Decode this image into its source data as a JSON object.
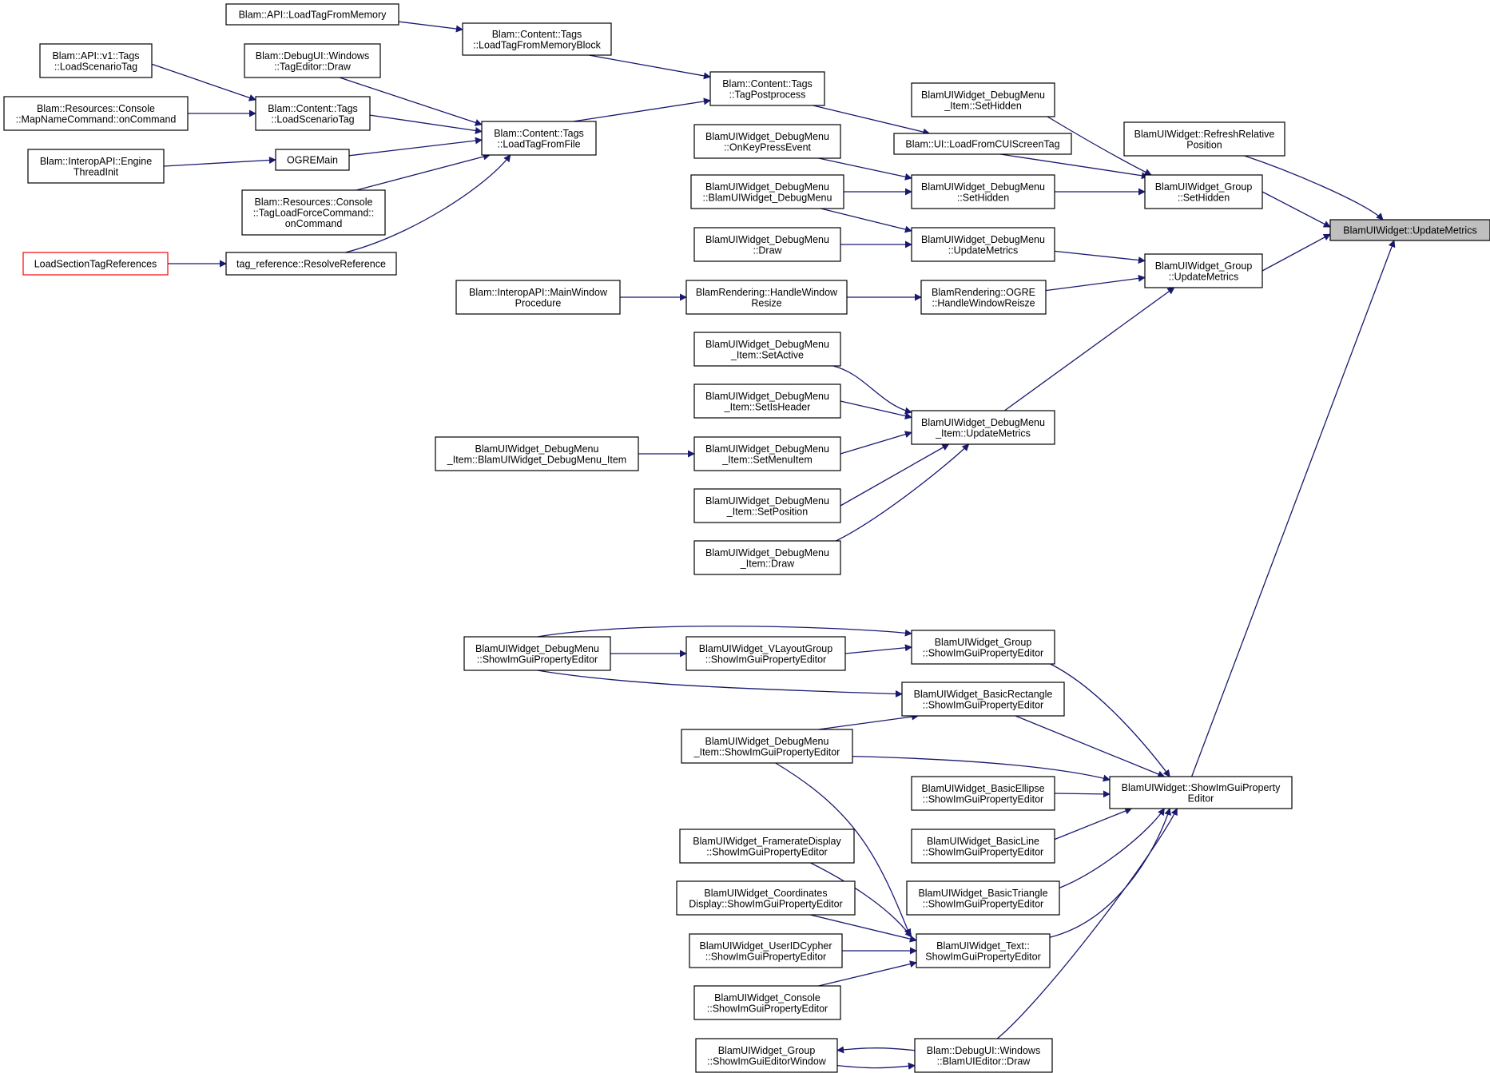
{
  "graph": {
    "nodes": [
      {
        "id": "target",
        "label": [
          "BlamUIWidget::UpdateMetrics"
        ],
        "highlight": true
      },
      {
        "id": "api_loadfrommem",
        "label": [
          "Blam::API::LoadTagFromMemory"
        ]
      },
      {
        "id": "tags_loadfrommemblock",
        "label": [
          "Blam::Content::Tags",
          "::LoadTagFromMemoryBlock"
        ]
      },
      {
        "id": "api_v1_loadscenario",
        "label": [
          "Blam::API::v1::Tags",
          "::LoadScenarioTag"
        ]
      },
      {
        "id": "tageditor_draw",
        "label": [
          "Blam::DebugUI::Windows",
          "::TagEditor::Draw"
        ]
      },
      {
        "id": "tags_tagpostprocess",
        "label": [
          "Blam::Content::Tags",
          "::TagPostprocess"
        ]
      },
      {
        "id": "mapname_oncommand",
        "label": [
          "Blam::Resources::Console",
          "::MapNameCommand::onCommand"
        ]
      },
      {
        "id": "tags_loadscenario",
        "label": [
          "Blam::Content::Tags",
          "::LoadScenarioTag"
        ]
      },
      {
        "id": "tags_loadfromfile",
        "label": [
          "Blam::Content::Tags",
          "::LoadTagFromFile"
        ]
      },
      {
        "id": "engine_threadinit",
        "label": [
          "Blam::InteropAPI::Engine",
          "ThreadInit"
        ]
      },
      {
        "id": "ogremain",
        "label": [
          "OGREMain"
        ]
      },
      {
        "id": "tagloadforce",
        "label": [
          "Blam::Resources::Console",
          "::TagLoadForceCommand::",
          "onCommand"
        ]
      },
      {
        "id": "loadsectiontagrefs",
        "label": [
          "LoadSectionTagReferences"
        ],
        "red": true
      },
      {
        "id": "resolvereference",
        "label": [
          "tag_reference::ResolveReference"
        ]
      },
      {
        "id": "mainwindowproc",
        "label": [
          "Blam::InteropAPI::MainWindow",
          "Procedure"
        ]
      },
      {
        "id": "handlewindowresize",
        "label": [
          "BlamRendering::HandleWindow",
          "Resize"
        ]
      },
      {
        "id": "ogre_handleresize",
        "label": [
          "BlamRendering::OGRE",
          "::HandleWindowReisze"
        ]
      },
      {
        "id": "dm_item_sethidden",
        "label": [
          "BlamUIWidget_DebugMenu",
          "_Item::SetHidden"
        ]
      },
      {
        "id": "ui_loadfromcui",
        "label": [
          "Blam::UI::LoadFromCUIScreenTag"
        ]
      },
      {
        "id": "dm_onkeypress",
        "label": [
          "BlamUIWidget_DebugMenu",
          "::OnKeyPressEvent"
        ]
      },
      {
        "id": "dm_ctor",
        "label": [
          "BlamUIWidget_DebugMenu",
          "::BlamUIWidget_DebugMenu"
        ]
      },
      {
        "id": "dm_sethidden",
        "label": [
          "BlamUIWidget_DebugMenu",
          "::SetHidden"
        ]
      },
      {
        "id": "dm_draw",
        "label": [
          "BlamUIWidget_DebugMenu",
          "::Draw"
        ]
      },
      {
        "id": "dm_updatemetrics",
        "label": [
          "BlamUIWidget_DebugMenu",
          "::UpdateMetrics"
        ]
      },
      {
        "id": "refreshrelpos",
        "label": [
          "BlamUIWidget::RefreshRelative",
          "Position"
        ]
      },
      {
        "id": "group_sethidden",
        "label": [
          "BlamUIWidget_Group",
          "::SetHidden"
        ]
      },
      {
        "id": "group_updatemetrics",
        "label": [
          "BlamUIWidget_Group",
          "::UpdateMetrics"
        ]
      },
      {
        "id": "dmi_setactive",
        "label": [
          "BlamUIWidget_DebugMenu",
          "_Item::SetActive"
        ]
      },
      {
        "id": "dmi_setisheader",
        "label": [
          "BlamUIWidget_DebugMenu",
          "_Item::SetIsHeader"
        ]
      },
      {
        "id": "dmi_ctor",
        "label": [
          "BlamUIWidget_DebugMenu",
          "_Item::BlamUIWidget_DebugMenu_Item"
        ]
      },
      {
        "id": "dmi_setmenuitem",
        "label": [
          "BlamUIWidget_DebugMenu",
          "_Item::SetMenuItem"
        ]
      },
      {
        "id": "dmi_setposition",
        "label": [
          "BlamUIWidget_DebugMenu",
          "_Item::SetPosition"
        ]
      },
      {
        "id": "dmi_draw",
        "label": [
          "BlamUIWidget_DebugMenu",
          "_Item::Draw"
        ]
      },
      {
        "id": "dmi_updatemetrics",
        "label": [
          "BlamUIWidget_DebugMenu",
          "_Item::UpdateMetrics"
        ]
      },
      {
        "id": "dm_showimgui",
        "label": [
          "BlamUIWidget_DebugMenu",
          "::ShowImGuiPropertyEditor"
        ]
      },
      {
        "id": "vlayout_showimgui",
        "label": [
          "BlamUIWidget_VLayoutGroup",
          "::ShowImGuiPropertyEditor"
        ]
      },
      {
        "id": "group_showimgui",
        "label": [
          "BlamUIWidget_Group",
          "::ShowImGuiPropertyEditor"
        ]
      },
      {
        "id": "basicrect_showimgui",
        "label": [
          "BlamUIWidget_BasicRectangle",
          "::ShowImGuiPropertyEditor"
        ]
      },
      {
        "id": "dmi_showimgui",
        "label": [
          "BlamUIWidget_DebugMenu",
          "_Item::ShowImGuiPropertyEditor"
        ]
      },
      {
        "id": "basicellipse_showimgui",
        "label": [
          "BlamUIWidget_BasicEllipse",
          "::ShowImGuiPropertyEditor"
        ]
      },
      {
        "id": "widget_showimgui",
        "label": [
          "BlamUIWidget::ShowImGuiProperty",
          "Editor"
        ]
      },
      {
        "id": "framerate_showimgui",
        "label": [
          "BlamUIWidget_FramerateDisplay",
          "::ShowImGuiPropertyEditor"
        ]
      },
      {
        "id": "basicline_showimgui",
        "label": [
          "BlamUIWidget_BasicLine",
          "::ShowImGuiPropertyEditor"
        ]
      },
      {
        "id": "coords_showimgui",
        "label": [
          "BlamUIWidget_Coordinates",
          "Display::ShowImGuiPropertyEditor"
        ]
      },
      {
        "id": "basictri_showimgui",
        "label": [
          "BlamUIWidget_BasicTriangle",
          "::ShowImGuiPropertyEditor"
        ]
      },
      {
        "id": "useridcypher_showimgui",
        "label": [
          "BlamUIWidget_UserIDCypher",
          "::ShowImGuiPropertyEditor"
        ]
      },
      {
        "id": "text_showimgui",
        "label": [
          "BlamUIWidget_Text::",
          "ShowImGuiPropertyEditor"
        ]
      },
      {
        "id": "console_showimgui",
        "label": [
          "BlamUIWidget_Console",
          "::ShowImGuiPropertyEditor"
        ]
      },
      {
        "id": "group_showeditorwindow",
        "label": [
          "BlamUIWidget_Group",
          "::ShowImGuiEditorWindow"
        ]
      },
      {
        "id": "uieditor_draw",
        "label": [
          "Blam::DebugUI::Windows",
          "::BlamUIEditor::Draw"
        ]
      }
    ],
    "edges": [
      {
        "from": "api_loadfrommem",
        "to": "tags_loadfrommemblock"
      },
      {
        "from": "tags_loadfrommemblock",
        "to": "tags_tagpostprocess"
      },
      {
        "from": "api_v1_loadscenario",
        "to": "tags_loadscenario"
      },
      {
        "from": "mapname_oncommand",
        "to": "tags_loadscenario"
      },
      {
        "from": "tags_loadscenario",
        "to": "tags_loadfromfile"
      },
      {
        "from": "tageditor_draw",
        "to": "tags_loadfromfile"
      },
      {
        "from": "engine_threadinit",
        "to": "ogremain"
      },
      {
        "from": "ogremain",
        "to": "tags_loadfromfile"
      },
      {
        "from": "tagloadforce",
        "to": "tags_loadfromfile"
      },
      {
        "from": "loadsectiontagrefs",
        "to": "resolvereference"
      },
      {
        "from": "resolvereference",
        "to": "tags_loadfromfile"
      },
      {
        "from": "tags_loadfromfile",
        "to": "tags_tagpostprocess"
      },
      {
        "from": "tags_tagpostprocess",
        "to": "ui_loadfromcui"
      },
      {
        "from": "ui_loadfromcui",
        "to": "group_sethidden"
      },
      {
        "from": "dm_item_sethidden",
        "to": "group_sethidden"
      },
      {
        "from": "dm_onkeypress",
        "to": "dm_sethidden"
      },
      {
        "from": "dm_ctor",
        "to": "dm_sethidden"
      },
      {
        "from": "dm_ctor",
        "to": "dm_updatemetrics"
      },
      {
        "from": "dm_sethidden",
        "to": "group_sethidden"
      },
      {
        "from": "dm_draw",
        "to": "dm_updatemetrics"
      },
      {
        "from": "dm_updatemetrics",
        "to": "group_updatemetrics"
      },
      {
        "from": "mainwindowproc",
        "to": "handlewindowresize"
      },
      {
        "from": "handlewindowresize",
        "to": "ogre_handleresize"
      },
      {
        "from": "ogre_handleresize",
        "to": "group_updatemetrics"
      },
      {
        "from": "refreshrelpos",
        "to": "target"
      },
      {
        "from": "group_sethidden",
        "to": "target"
      },
      {
        "from": "group_updatemetrics",
        "to": "target"
      },
      {
        "from": "dmi_setactive",
        "to": "dmi_updatemetrics"
      },
      {
        "from": "dmi_setisheader",
        "to": "dmi_updatemetrics"
      },
      {
        "from": "dmi_ctor",
        "to": "dmi_setmenuitem"
      },
      {
        "from": "dmi_setmenuitem",
        "to": "dmi_updatemetrics"
      },
      {
        "from": "dmi_setposition",
        "to": "dmi_updatemetrics"
      },
      {
        "from": "dmi_draw",
        "to": "dmi_updatemetrics"
      },
      {
        "from": "dmi_updatemetrics",
        "to": "group_updatemetrics"
      },
      {
        "from": "dm_showimgui",
        "to": "vlayout_showimgui"
      },
      {
        "from": "dm_showimgui",
        "to": "group_showimgui"
      },
      {
        "from": "dm_showimgui",
        "to": "basicrect_showimgui"
      },
      {
        "from": "vlayout_showimgui",
        "to": "group_showimgui"
      },
      {
        "from": "group_showimgui",
        "to": "widget_showimgui"
      },
      {
        "from": "basicrect_showimgui",
        "to": "widget_showimgui"
      },
      {
        "from": "dmi_showimgui",
        "to": "basicrect_showimgui"
      },
      {
        "from": "dmi_showimgui",
        "to": "widget_showimgui"
      },
      {
        "from": "dmi_showimgui",
        "to": "text_showimgui"
      },
      {
        "from": "basicellipse_showimgui",
        "to": "widget_showimgui"
      },
      {
        "from": "basicline_showimgui",
        "to": "widget_showimgui"
      },
      {
        "from": "basictri_showimgui",
        "to": "widget_showimgui"
      },
      {
        "from": "framerate_showimgui",
        "to": "text_showimgui"
      },
      {
        "from": "coords_showimgui",
        "to": "text_showimgui"
      },
      {
        "from": "useridcypher_showimgui",
        "to": "text_showimgui"
      },
      {
        "from": "console_showimgui",
        "to": "text_showimgui"
      },
      {
        "from": "text_showimgui",
        "to": "widget_showimgui"
      },
      {
        "from": "uieditor_draw",
        "to": "widget_showimgui"
      },
      {
        "from": "uieditor_draw",
        "to": "group_showeditorwindow"
      },
      {
        "from": "group_showeditorwindow",
        "to": "uieditor_draw"
      },
      {
        "from": "widget_showimgui",
        "to": "target"
      }
    ],
    "colors": {
      "edge": "#191970",
      "node_border": "#000000",
      "node_fill": "#ffffff",
      "highlight_fill": "#bfbfbf",
      "highlight_border_red": "#ff0000"
    }
  }
}
